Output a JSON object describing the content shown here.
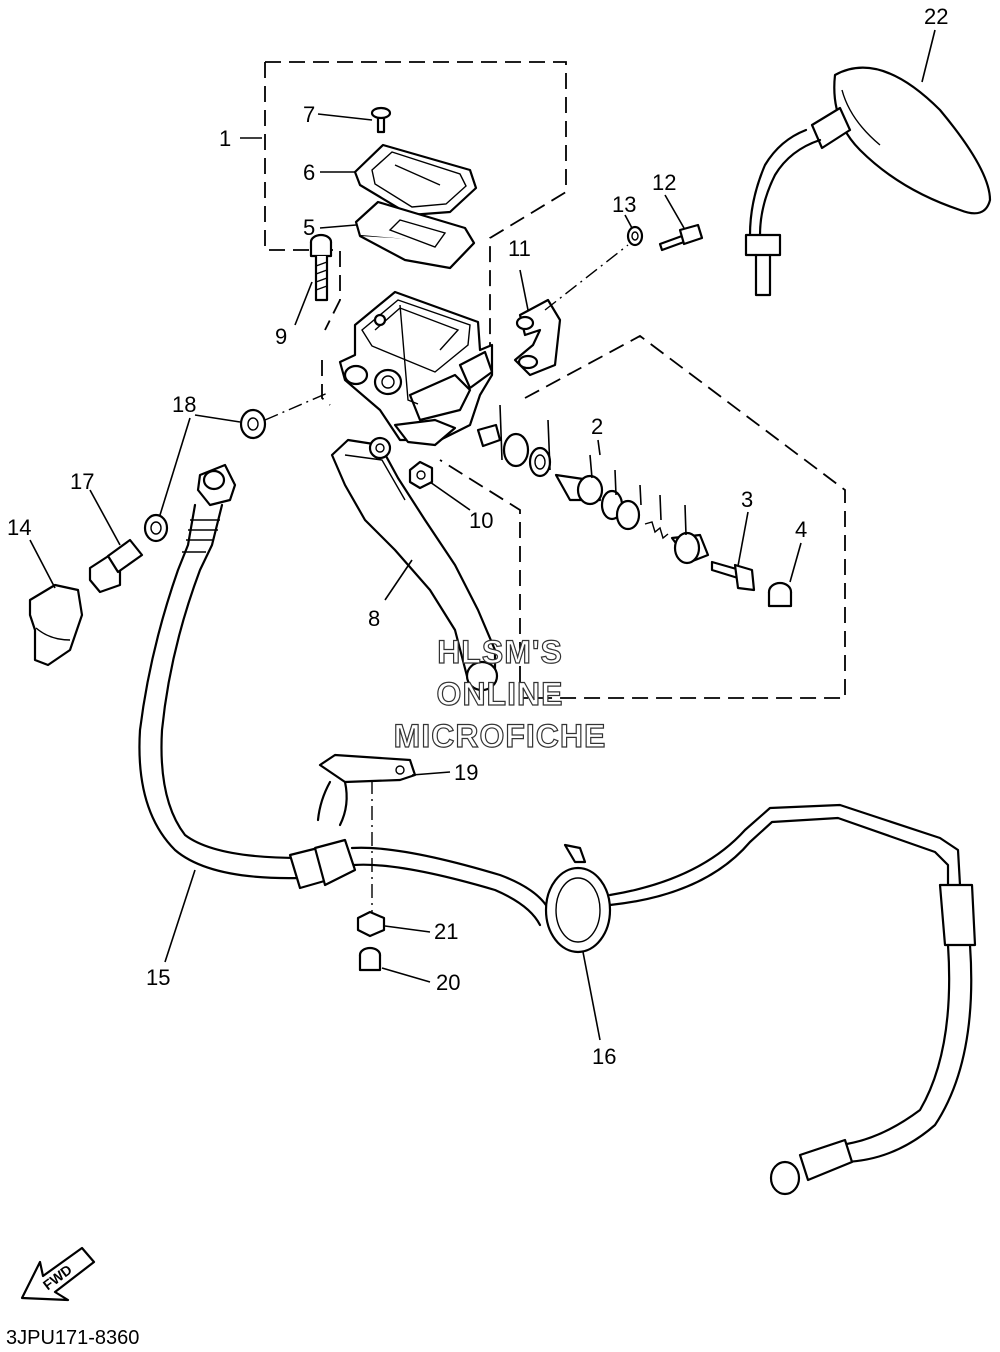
{
  "diagram_code": "3JPU171-8360",
  "watermark": [
    "HLSM'S",
    "ONLINE",
    "MICROFICHE"
  ],
  "fwd_label": "FWD",
  "callouts": [
    "1",
    "2",
    "3",
    "4",
    "5",
    "6",
    "7",
    "8",
    "9",
    "10",
    "11",
    "12",
    "13",
    "14",
    "15",
    "16",
    "17",
    "18",
    "19",
    "20",
    "21",
    "22"
  ]
}
